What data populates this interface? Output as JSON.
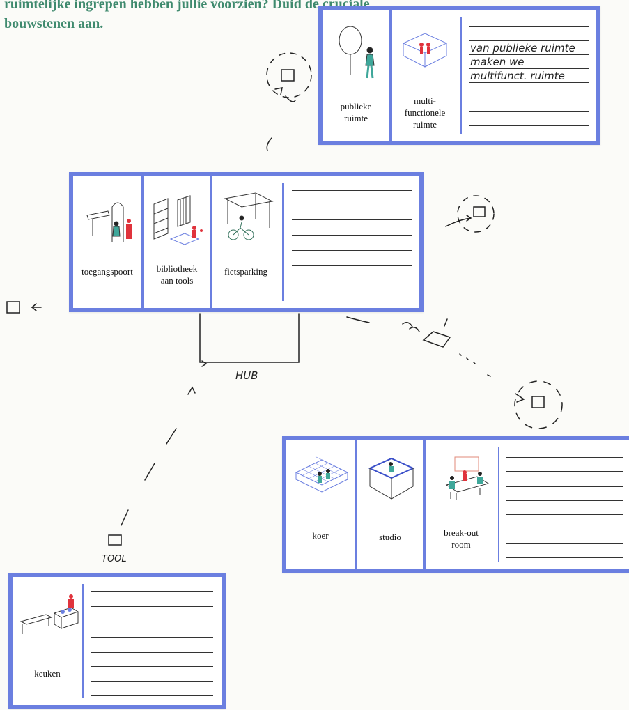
{
  "prompt": {
    "line1": "ruimtelijke ingrepen hebben jullie voorzien? Duid de cruciale",
    "line2": "bouwstenen aan."
  },
  "colors": {
    "card_border": "#6b7fe0",
    "prompt_text": "#3f8a6e",
    "accent_red": "#e0333c",
    "accent_teal": "#3fa79a"
  },
  "groups": {
    "top": {
      "cards": [
        {
          "label_lines": [
            "publieke",
            "ruimte"
          ],
          "icon": "tree-person-icon"
        },
        {
          "label_lines": [
            "multi-",
            "functionele",
            "ruimte"
          ],
          "icon": "room-people-icon"
        }
      ],
      "handwriting": [
        "van publieke ruimte",
        "maken we",
        "multifunct. ruimte"
      ]
    },
    "middle": {
      "cards": [
        {
          "label_lines": [
            "toegangspoort"
          ],
          "icon": "gate-icon"
        },
        {
          "label_lines": [
            "bibliotheek",
            "aan tools"
          ],
          "icon": "shelves-icon"
        },
        {
          "label_lines": [
            "fietsparking"
          ],
          "icon": "bike-shelter-icon"
        }
      ]
    },
    "right": {
      "cards": [
        {
          "label_lines": [
            "koer"
          ],
          "icon": "courtyard-icon"
        },
        {
          "label_lines": [
            "studio"
          ],
          "icon": "studio-icon"
        },
        {
          "label_lines": [
            "break-out",
            "room"
          ],
          "icon": "breakout-icon"
        }
      ]
    },
    "bottom": {
      "cards": [
        {
          "label_lines": [
            "keuken"
          ],
          "icon": "kitchen-icon"
        }
      ]
    }
  },
  "annotations": {
    "hub": "HUB",
    "tool": "TOOL"
  }
}
